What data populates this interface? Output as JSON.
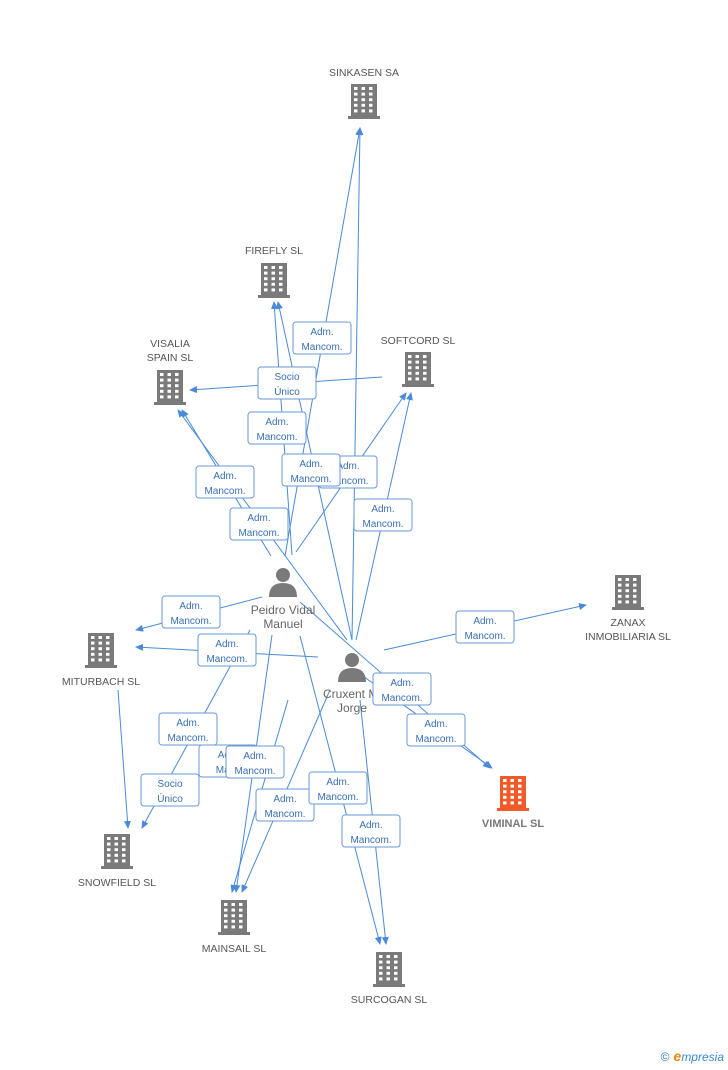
{
  "nodes": [
    {
      "id": "sinkasen",
      "type": "company",
      "lines": [
        "SINKASEN SA"
      ]
    },
    {
      "id": "firefly",
      "type": "company",
      "lines": [
        "FIREFLY SL"
      ]
    },
    {
      "id": "visalia",
      "type": "company",
      "lines": [
        "VISALIA",
        "SPAIN SL"
      ]
    },
    {
      "id": "softcord",
      "type": "company",
      "lines": [
        "SOFTCORD SL"
      ]
    },
    {
      "id": "zanax",
      "type": "company",
      "lines": [
        "ZANAX",
        "INMOBILIARIA SL"
      ]
    },
    {
      "id": "miturbach",
      "type": "company",
      "lines": [
        "MITURBACH SL"
      ]
    },
    {
      "id": "viminal",
      "type": "company",
      "highlight": true,
      "lines": [
        "VIMINAL SL"
      ]
    },
    {
      "id": "snowfield",
      "type": "company",
      "lines": [
        "SNOWFIELD SL"
      ]
    },
    {
      "id": "mainsail",
      "type": "company",
      "lines": [
        "MAINSAIL SL"
      ]
    },
    {
      "id": "surcogan",
      "type": "company",
      "lines": [
        "SURCOGAN SL"
      ]
    },
    {
      "id": "peidro",
      "type": "person",
      "lines": [
        "Peidro Vidal",
        "Manuel"
      ]
    },
    {
      "id": "cruxent",
      "type": "person",
      "lines": [
        "Cruxent Mi",
        "Jorge"
      ]
    }
  ],
  "relations": [
    {
      "from": "cruxent",
      "to": "sinkasen",
      "lines": [
        "Adm.",
        "Mancom."
      ]
    },
    {
      "from": "peidro",
      "to": "firefly",
      "lines": [
        "Socio",
        "Único"
      ]
    },
    {
      "from": "cruxent",
      "to": "firefly",
      "lines": [
        "Adm.",
        "Mancom."
      ]
    },
    {
      "from": "softcord",
      "to": "visalia",
      "lines": [
        "Socio",
        "Único"
      ]
    },
    {
      "from": "peidro",
      "to": "visalia",
      "lines": [
        "Adm.",
        "Mancom."
      ]
    },
    {
      "from": "cruxent",
      "to": "visalia",
      "lines": [
        "Adm.",
        "Mancom."
      ]
    },
    {
      "from": "peidro",
      "to": "softcord",
      "lines": [
        "Adm.",
        "Mancom."
      ]
    },
    {
      "from": "peidro",
      "to": "sinkasen",
      "lines": [
        "Adm.",
        "Mancom."
      ]
    },
    {
      "from": "cruxent",
      "to": "softcord",
      "lines": [
        "Adm.",
        "Mancom."
      ]
    },
    {
      "from": "cruxent",
      "to": "zanax",
      "lines": [
        "Adm.",
        "Mancom."
      ]
    },
    {
      "from": "peidro",
      "to": "miturbach",
      "lines": [
        "Adm.",
        "Mancom."
      ]
    },
    {
      "from": "cruxent",
      "to": "miturbach",
      "lines": [
        "Adm.",
        "Mancom."
      ]
    },
    {
      "from": "peidro",
      "to": "viminal",
      "lines": [
        "Adm.",
        "Mancom."
      ]
    },
    {
      "from": "cruxent",
      "to": "viminal",
      "lines": [
        "Adm.",
        "Mancom."
      ]
    },
    {
      "from": "peidro",
      "to": "snowfield",
      "lines": [
        "Adm.",
        "Mancom."
      ]
    },
    {
      "from": "miturbach",
      "to": "snowfield",
      "lines": [
        "Socio",
        "Único"
      ]
    },
    {
      "from": "snowfield",
      "to": "mainsail",
      "lines": [
        "Adm",
        "Manc"
      ]
    },
    {
      "from": "peidro",
      "to": "mainsail",
      "lines": [
        "Adm.",
        "Mancom."
      ]
    },
    {
      "from": "cruxent",
      "to": "mainsail",
      "lines": [
        "Adm.",
        "Mancom."
      ]
    },
    {
      "from": "peidro",
      "to": "surcogan",
      "lines": [
        "Adm.",
        "Mancom."
      ]
    },
    {
      "from": "cruxent",
      "to": "surcogan",
      "lines": [
        "Adm.",
        "Mancom."
      ]
    }
  ],
  "watermark": {
    "symbol": "©",
    "brand_initial": "e",
    "brand_rest": "mpresia"
  },
  "colors": {
    "company_icon": "#7a7a7a",
    "highlight_icon": "#f05a28",
    "edge": "#4a8ad8",
    "relation_text": "#3a6fb5"
  },
  "icons": {
    "company": "building-icon",
    "person": "person-icon"
  }
}
